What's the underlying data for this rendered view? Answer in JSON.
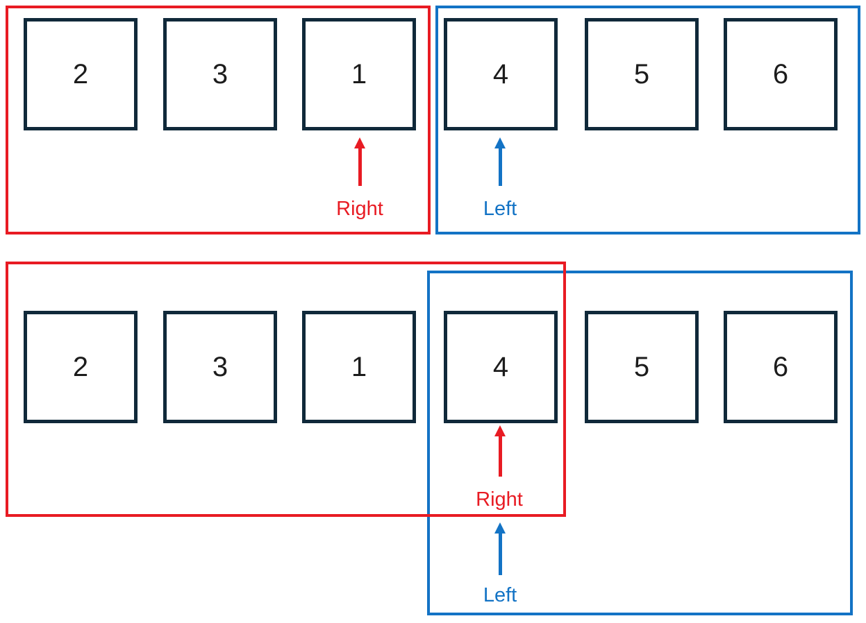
{
  "colors": {
    "red": "#e81b23",
    "blue": "#1373c5",
    "box_border": "#10293a",
    "number": "#1c1c1c",
    "background": "#ffffff"
  },
  "icons": {
    "right_pointer": "arrow-up",
    "left_pointer": "arrow-up"
  },
  "sections": [
    {
      "cells": [
        "2",
        "3",
        "1",
        "4",
        "5",
        "6"
      ],
      "right_pointer_label": "Right",
      "left_pointer_label": "Left"
    },
    {
      "cells": [
        "2",
        "3",
        "1",
        "4",
        "5",
        "6"
      ],
      "right_pointer_label": "Right",
      "left_pointer_label": "Left"
    }
  ]
}
